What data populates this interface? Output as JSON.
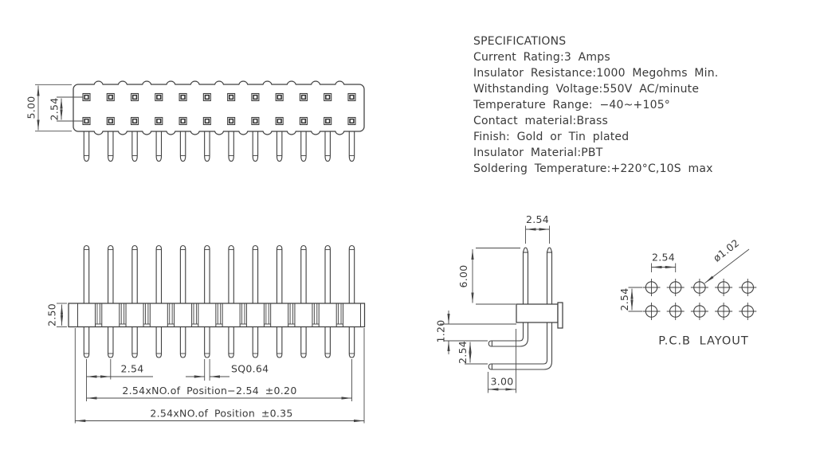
{
  "colors": {
    "line": "#444444",
    "text": "#3a3a3a",
    "background": "#ffffff"
  },
  "specifications": {
    "title": "SPECIFICATIONS",
    "lines": [
      "Current Rating:3 Amps",
      "Insulator Resistance:1000 Megohms Min.",
      "Withstanding Voltage:550V AC/minute",
      "Temperature Range: −40~+105°",
      "Contact material:Brass",
      "Finish: Gold or Tin plated",
      "Insulator Material:PBT",
      "Soldering Temperature:+220°C,10S max"
    ]
  },
  "top_view": {
    "pin_columns": 12,
    "pin_rows": 2,
    "dim_body_depth": "5.00",
    "dim_row_pitch": "2.54"
  },
  "front_view": {
    "pin_count": 12,
    "dim_body_height": "2.50",
    "dim_pin_pitch": "2.54",
    "dim_pin_square": "SQ0.64",
    "dim_pins_span": "2.54xNO.of Position−2.54 ±0.20",
    "dim_total_span": "2.54xNO.of Position ±0.35"
  },
  "side_view": {
    "dim_row_pitch": "2.54",
    "dim_mating_length": "6.00",
    "dim_standoff": "1.20",
    "dim_lead_pitch": "2.54",
    "dim_lead_length": "3.00"
  },
  "pcb_layout": {
    "title": "P.C.B LAYOUT",
    "hole_columns": 5,
    "hole_rows": 2,
    "dim_hole_pitch_x": "2.54",
    "dim_hole_pitch_y": "2.54",
    "dim_hole_diameter": "ø1.02"
  }
}
